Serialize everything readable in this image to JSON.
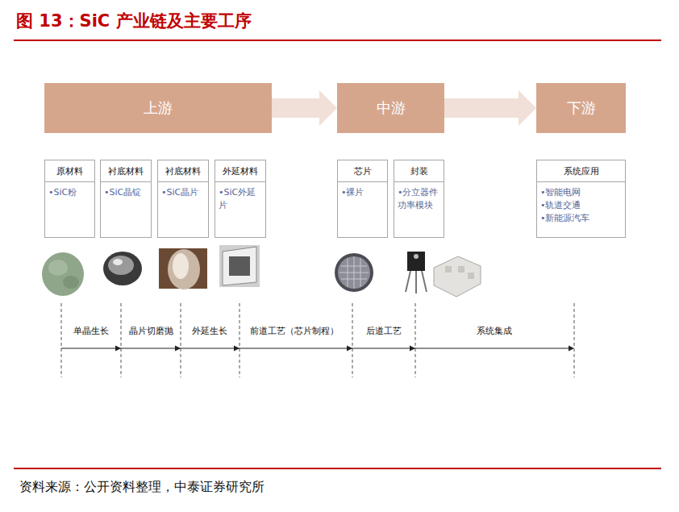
{
  "diagram": {
    "title": "图 13：SiC 产业链及主要工序",
    "caption": "资料来源：公开资料整理，中泰证券研究所",
    "nodes": [
      {
        "text": [
          "上游"
        ]
      },
      {
        "text": [
          "中游"
        ]
      },
      {
        "text": [
          "下游"
        ]
      },
      {
        "text": [
          "原材料",
          "•SiC粉"
        ]
      },
      {
        "text": [
          "衬底材料",
          "•SiC晶锭"
        ]
      },
      {
        "text": [
          "衬底材料",
          "•SiC晶片"
        ]
      },
      {
        "text": [
          "外延材料",
          "•SiC外延片"
        ]
      },
      {
        "text": [
          "芯片",
          "•裸片"
        ]
      },
      {
        "text": [
          "封装",
          "•分立器件 功率模块"
        ]
      },
      {
        "text": [
          "系统应用",
          "•智能电网",
          "•轨道交通",
          "•新能源汽车"
        ]
      }
    ],
    "edges": [
      {
        "from": 0,
        "to": 1,
        "arrow": "to"
      },
      {
        "from": 1,
        "to": 2,
        "arrow": "to"
      }
    ],
    "labels": [
      "单晶生长",
      "晶片切磨抛",
      "外延生长",
      "前道工艺（芯片制程）",
      "后道工艺",
      "系统集成"
    ]
  }
}
